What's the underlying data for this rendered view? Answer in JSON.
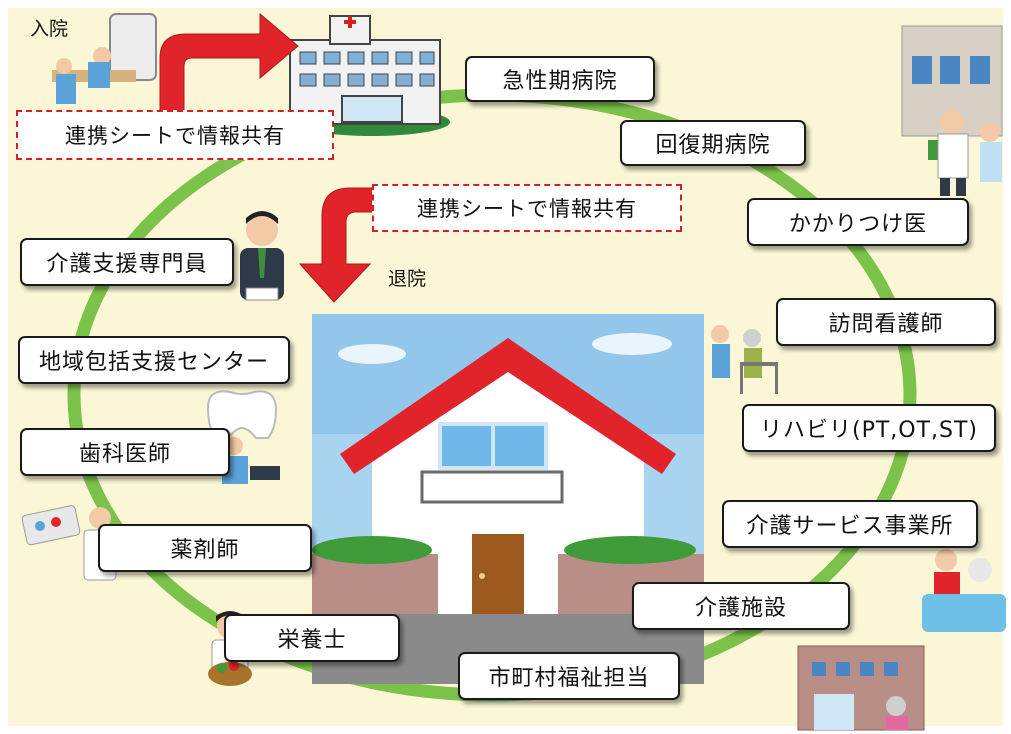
{
  "header": {
    "admission_label": "入院",
    "discharge_label": "退院"
  },
  "sharing": {
    "top_label": "連携シートで情報共有",
    "middle_label": "連携シートで情報共有"
  },
  "roles": {
    "acute_hospital": "急性期病院",
    "recovery_hospital": "回復期病院",
    "family_doctor": "かかりつけ医",
    "visiting_nurse": "訪問看護師",
    "rehab": "リハビリ(PT,OT,ST)",
    "care_service": "介護サービス事業所",
    "care_facility": "介護施設",
    "municipal_welfare": "市町村福祉担当",
    "nutritionist": "栄養士",
    "pharmacist": "薬剤師",
    "dentist": "歯科医師",
    "community_center": "地域包括支援センター",
    "care_manager": "介護支援専門員"
  },
  "colors": {
    "background": "#fbf7d6",
    "cycle_ring": "#7bc24a",
    "arrow": "#e0242a",
    "roof": "#e0242a",
    "sky": "#a9d4f0",
    "share_border": "#d42020"
  },
  "icons": [
    "hospital-building-icon",
    "ambulance-patient-icon",
    "care-manager-person-icon",
    "dentist-icon",
    "pharmacist-icon",
    "nutritionist-icon",
    "doctor-walking-icon",
    "rehab-walker-icon",
    "bath-care-icon",
    "care-facility-building-icon",
    "house-icon"
  ]
}
